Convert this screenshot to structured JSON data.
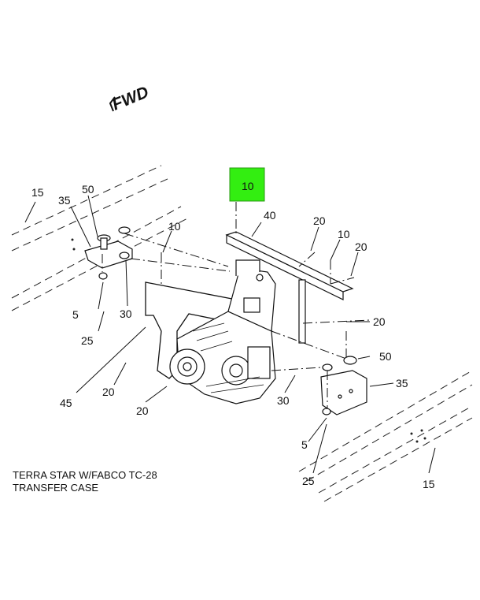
{
  "direction_label": "FWD",
  "highlight_color": "#33ee11",
  "highlighted_callout": "10",
  "callouts": {
    "c10_hl": "10",
    "c15_left": "15",
    "c50_left": "50",
    "c35_left": "35",
    "c10_left": "10",
    "c40": "40",
    "c20_topright": "20",
    "c10_right": "10",
    "c20_right": "20",
    "c20_mid": "20",
    "c5_left": "5",
    "c30_left": "30",
    "c25_left": "25",
    "c50_right": "50",
    "c35_right": "35",
    "c45": "45",
    "c20_bl1": "20",
    "c20_bl2": "20",
    "c30_right": "30",
    "c5_right": "5",
    "c25_right": "25",
    "c15_right": "15"
  },
  "caption": {
    "line1": "TERRA STAR W/FABCO TC-28",
    "line2": "TRANSFER CASE"
  }
}
